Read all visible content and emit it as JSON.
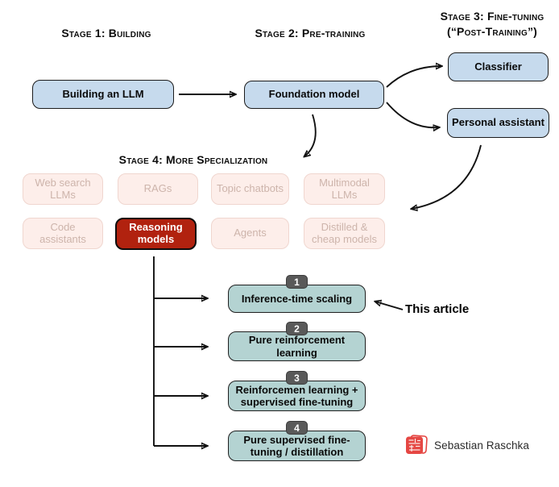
{
  "headers": {
    "stage1": "Stage 1: Building",
    "stage2": "Stage 2: Pre-training",
    "stage3_line1": "Stage 3: Fine-tuning",
    "stage3_line2": "(“Post-Training”)",
    "stage4": "Stage 4: More Specialization"
  },
  "pipeline": {
    "building": "Building an LLM",
    "foundation": "Foundation model",
    "classifier": "Classifier",
    "personal_assistant": "Personal assistant"
  },
  "specializations": {
    "row1": [
      "Web search LLMs",
      "RAGs",
      "Topic chatbots",
      "Multimodal LLMs"
    ],
    "row2": [
      "Code assistants",
      "Reasoning models",
      "Agents",
      "Distilled & cheap models"
    ]
  },
  "methods": [
    {
      "number": "1",
      "label": "Inference-time scaling"
    },
    {
      "number": "2",
      "label": "Pure reinforcement learning"
    },
    {
      "number": "3",
      "label": "Reinforcemen learning + supervised fine-tuning"
    },
    {
      "number": "4",
      "label": "Pure supervised fine-tuning / distillation"
    }
  ],
  "annotation": {
    "this_article": "This article"
  },
  "footer": {
    "author": "Sebastian Raschka"
  },
  "colors": {
    "pipeline_box": "#c6daed",
    "highlight_box": "#b1220f",
    "method_box": "#b4d3d2",
    "faded_box_bg": "#fdeeea",
    "faded_box_border": "#f0d6cf",
    "faded_box_text": "#cdb4ab",
    "number_badge": "#595959",
    "logo_red": "#e54743"
  }
}
